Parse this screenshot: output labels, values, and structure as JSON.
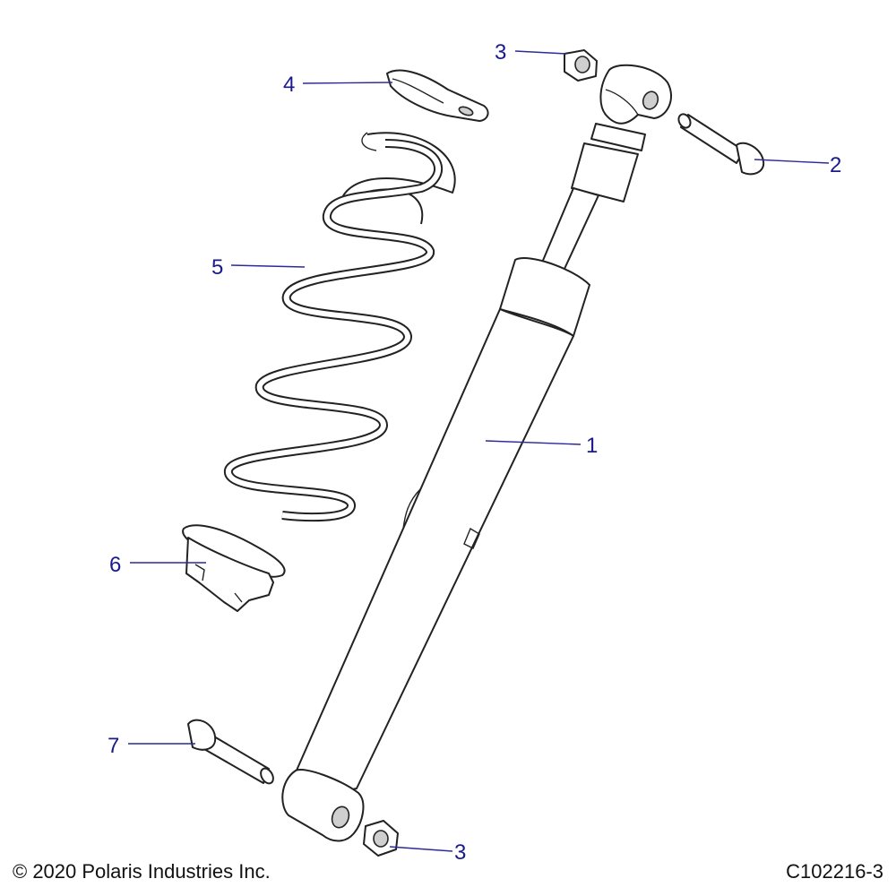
{
  "callouts": [
    {
      "id": "c1",
      "number": "1",
      "part": "shock-body"
    },
    {
      "id": "c2",
      "number": "2",
      "part": "upper-bolt"
    },
    {
      "id": "c3a",
      "number": "3",
      "part": "upper-nut"
    },
    {
      "id": "c3b",
      "number": "3",
      "part": "lower-nut"
    },
    {
      "id": "c4",
      "number": "4",
      "part": "upper-spring-retainer"
    },
    {
      "id": "c5",
      "number": "5",
      "part": "coil-spring"
    },
    {
      "id": "c6",
      "number": "6",
      "part": "lower-spring-seat"
    },
    {
      "id": "c7",
      "number": "7",
      "part": "lower-bolt"
    }
  ],
  "footer": {
    "copyright": "© 2020 Polaris Industries Inc.",
    "figure_id": "C102216-3"
  },
  "colors": {
    "callout": "#1a1a8c",
    "line": "#222222"
  }
}
